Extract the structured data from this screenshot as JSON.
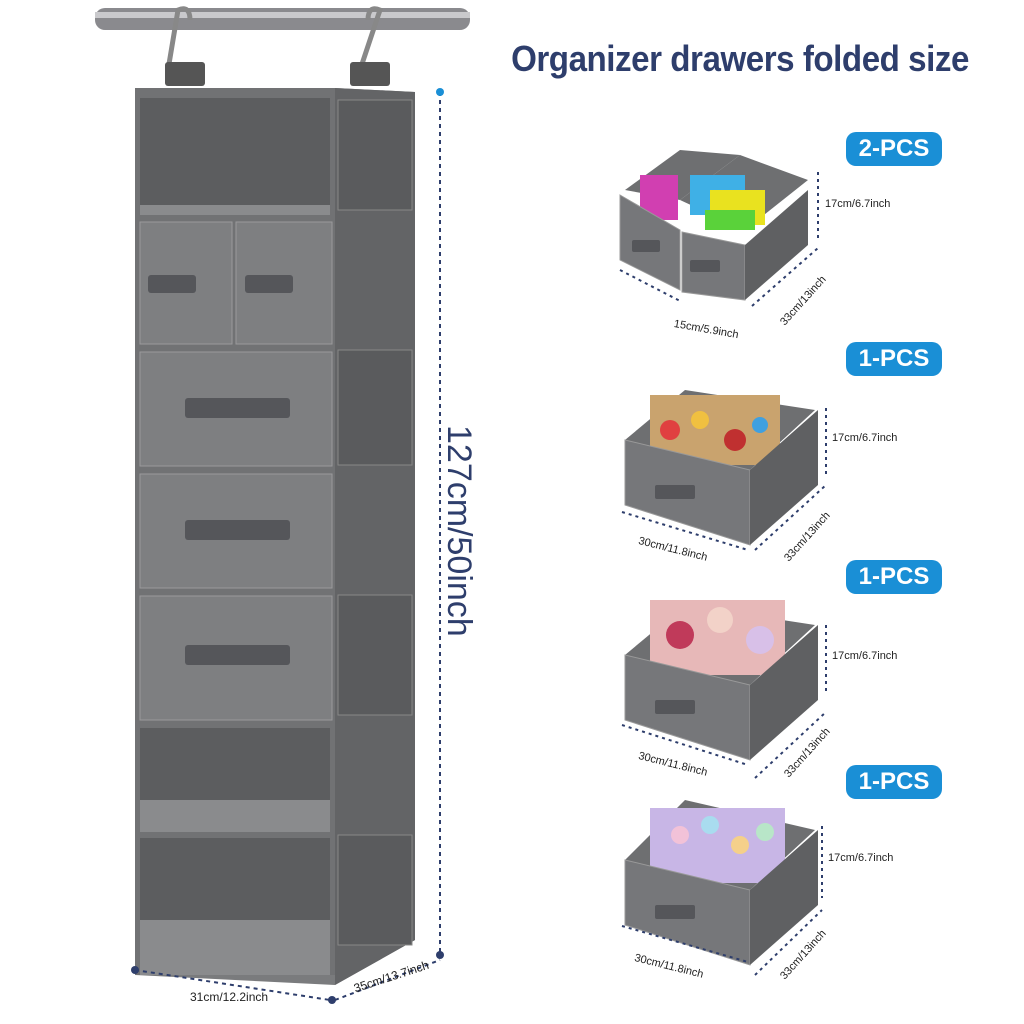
{
  "title": "Organizer drawers folded size",
  "organizer": {
    "height_label": "127cm/50inch",
    "width_label": "31cm/12.2inch",
    "depth_label": "35cm/13.7inch"
  },
  "drawers": [
    {
      "qty": "2-PCS",
      "height": "17cm/6.7inch",
      "width": "15cm/5.9inch",
      "depth": "33cm/13inch"
    },
    {
      "qty": "1-PCS",
      "height": "17cm/6.7inch",
      "width": "30cm/11.8inch",
      "depth": "33cm/13inch"
    },
    {
      "qty": "1-PCS",
      "height": "17cm/6.7inch",
      "width": "30cm/11.8inch",
      "depth": "33cm/13inch"
    },
    {
      "qty": "1-PCS",
      "height": "17cm/6.7inch",
      "width": "30cm/11.8inch",
      "depth": "33cm/13inch"
    }
  ],
  "colors": {
    "title": "#2e3e6c",
    "badge": "#1a8fd6",
    "fabric": "#6d6e70",
    "dash": "#2e3e6c"
  }
}
